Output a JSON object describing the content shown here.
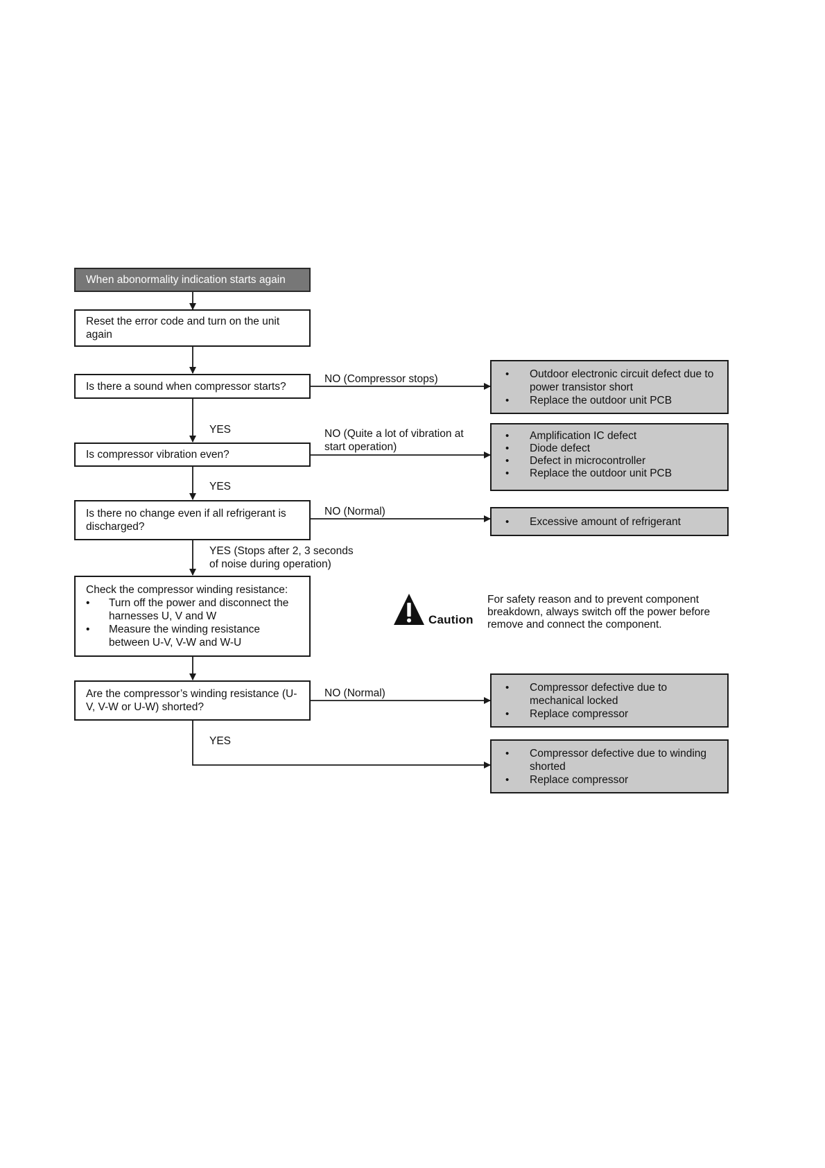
{
  "flow": {
    "start": "When abonormality indication starts again",
    "reset": "Reset the error code and turn on the unit again",
    "q_sound": "Is there a sound when compressor starts?",
    "q_vibration": "Is compressor vibration even?",
    "q_refrigerant": "Is there no change even if all refrigerant is discharged?",
    "check": {
      "title": "Check the compressor winding resistance:",
      "items": [
        "Turn off the power and disconnect the harnesses U, V and W",
        "Measure the winding resistance between U-V, V-W and W-U"
      ]
    },
    "q_winding": "Are the compressor’s winding resistance (U-V, V-W or U-W) shorted?"
  },
  "edges": {
    "no_compressor_stops": "NO (Compressor stops)",
    "yes_1": "YES",
    "no_vibration_line1": "NO (Quite a lot of vibration at",
    "no_vibration_line2": "start operation)",
    "yes_2": "YES",
    "no_normal_1": "NO (Normal)",
    "yes_stops_line1": "YES (Stops after 2, 3 seconds",
    "yes_stops_line2": "of noise during operation)",
    "no_normal_2": "NO (Normal)",
    "yes_3": "YES"
  },
  "results": {
    "r1": [
      "Outdoor electronic circuit defect due to power transistor short",
      "Replace the outdoor unit PCB"
    ],
    "r2": [
      "Amplification IC defect",
      "Diode defect",
      "Defect in microcontroller",
      "Replace the outdoor unit PCB"
    ],
    "r3": [
      "Excessive amount of refrigerant"
    ],
    "r4": [
      "Compressor defective due to mechanical locked",
      "Replace compressor"
    ],
    "r5": [
      "Compressor defective due to winding shorted",
      "Replace compressor"
    ]
  },
  "caution": {
    "label": "Caution",
    "icon": "warning-triangle-icon",
    "text": "For safety reason and to prevent component breakdown, always switch off the power before remove and connect the component."
  },
  "colors": {
    "header_fill": "#777777",
    "result_fill": "#c9c9c9",
    "line": "#1a1a1a"
  }
}
